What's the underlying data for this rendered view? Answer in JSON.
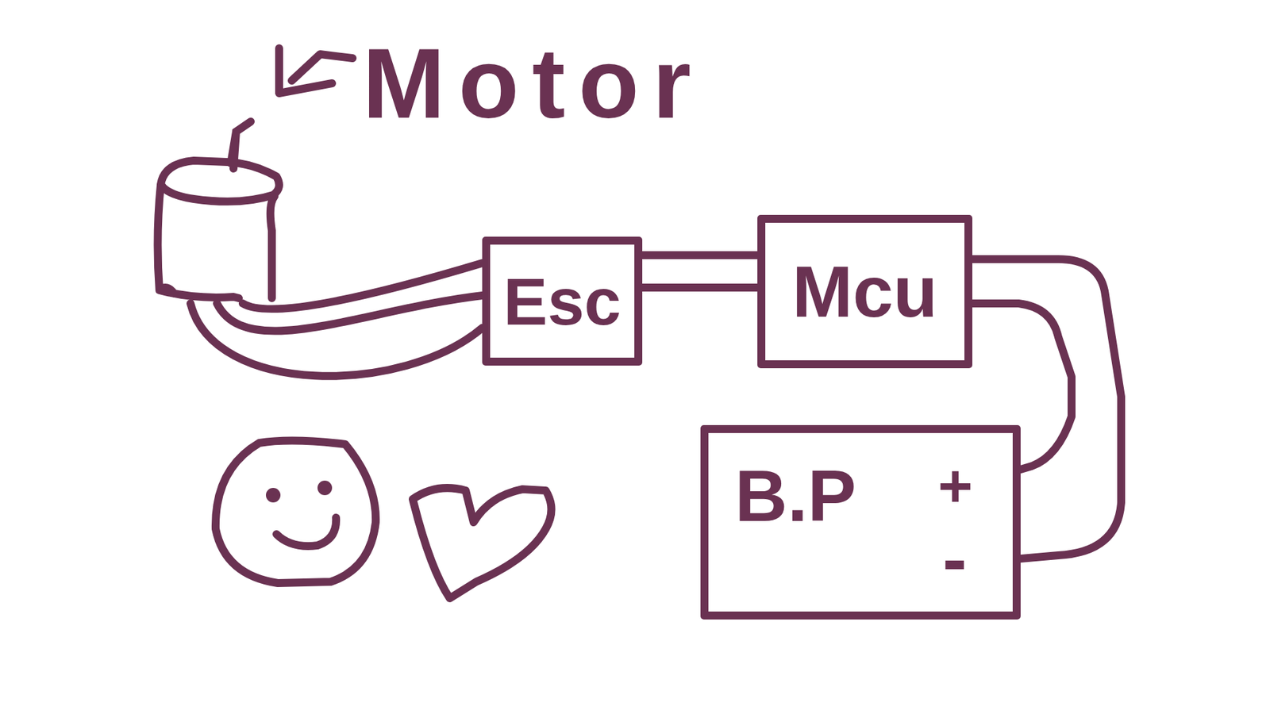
{
  "diagram": {
    "nodes": [
      {
        "text": [
          "Motor"
        ]
      },
      {
        "text": [
          "Esc"
        ]
      },
      {
        "text": [
          "Mcu"
        ]
      },
      {
        "text": [
          "B.P"
        ]
      }
    ],
    "edges": [
      {
        "from": 0,
        "to": 1,
        "arrow": "none"
      },
      {
        "from": 0,
        "to": 1,
        "arrow": "none"
      },
      {
        "from": 0,
        "to": 1,
        "arrow": "none"
      },
      {
        "from": 1,
        "to": 2,
        "arrow": "none"
      },
      {
        "from": 1,
        "to": 2,
        "arrow": "none"
      },
      {
        "from": 2,
        "to": 3,
        "arrow": "none"
      },
      {
        "from": 2,
        "to": 3,
        "arrow": "none"
      }
    ],
    "labels": [
      "+",
      "-"
    ]
  }
}
